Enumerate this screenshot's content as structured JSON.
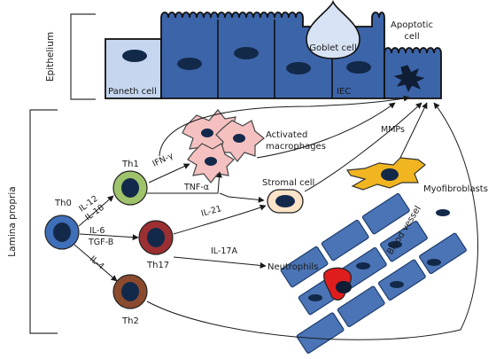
{
  "sections": {
    "epithelium": "Epithelium",
    "lamina_propria": "Lamina propria"
  },
  "epithelium_cells": {
    "paneth": "Paneth cell",
    "goblet": "Goblet cell",
    "iec": "IEC",
    "apoptotic": [
      "Apoptotic",
      "cell"
    ]
  },
  "cells": {
    "th0": "Th0",
    "th1": "Th1",
    "th17": "Th17",
    "th2": "Th2",
    "macrophages": [
      "Activated",
      "macrophages"
    ],
    "stromal": "Stromal cell",
    "myofibroblasts": "Myofibroblasts",
    "neutrophils": "Neutrophils",
    "blood_vessel": "Blood vessel"
  },
  "cytokines": {
    "il12": "IL-12",
    "il18": "IL-18",
    "il6": "IL-6",
    "tgfb": "TGF-B",
    "il4": "IL-4",
    "ifng": "IFN-γ",
    "tnfa": "TNF-α",
    "il21": "IL-21",
    "il17a": "IL-17A",
    "mmps": "MMPs"
  },
  "colors": {
    "epithelial_cell": "#3c64a8",
    "paneth_cell": "#c5d6ee",
    "goblet_cell": "#d7e3f4",
    "nucleus": "#13294a",
    "th0_ring": "#3f6fb8",
    "th1_ring": "#9fc36b",
    "th17_ring": "#9b2f32",
    "th2_ring": "#8b4a2e",
    "macrophage": "#f4c0c0",
    "stromal_fill": "#fbe3c8",
    "myofibroblast": "#f0b520",
    "blood_vessel": "#4a74b5",
    "red_blood_cell": "#e01d1d"
  }
}
